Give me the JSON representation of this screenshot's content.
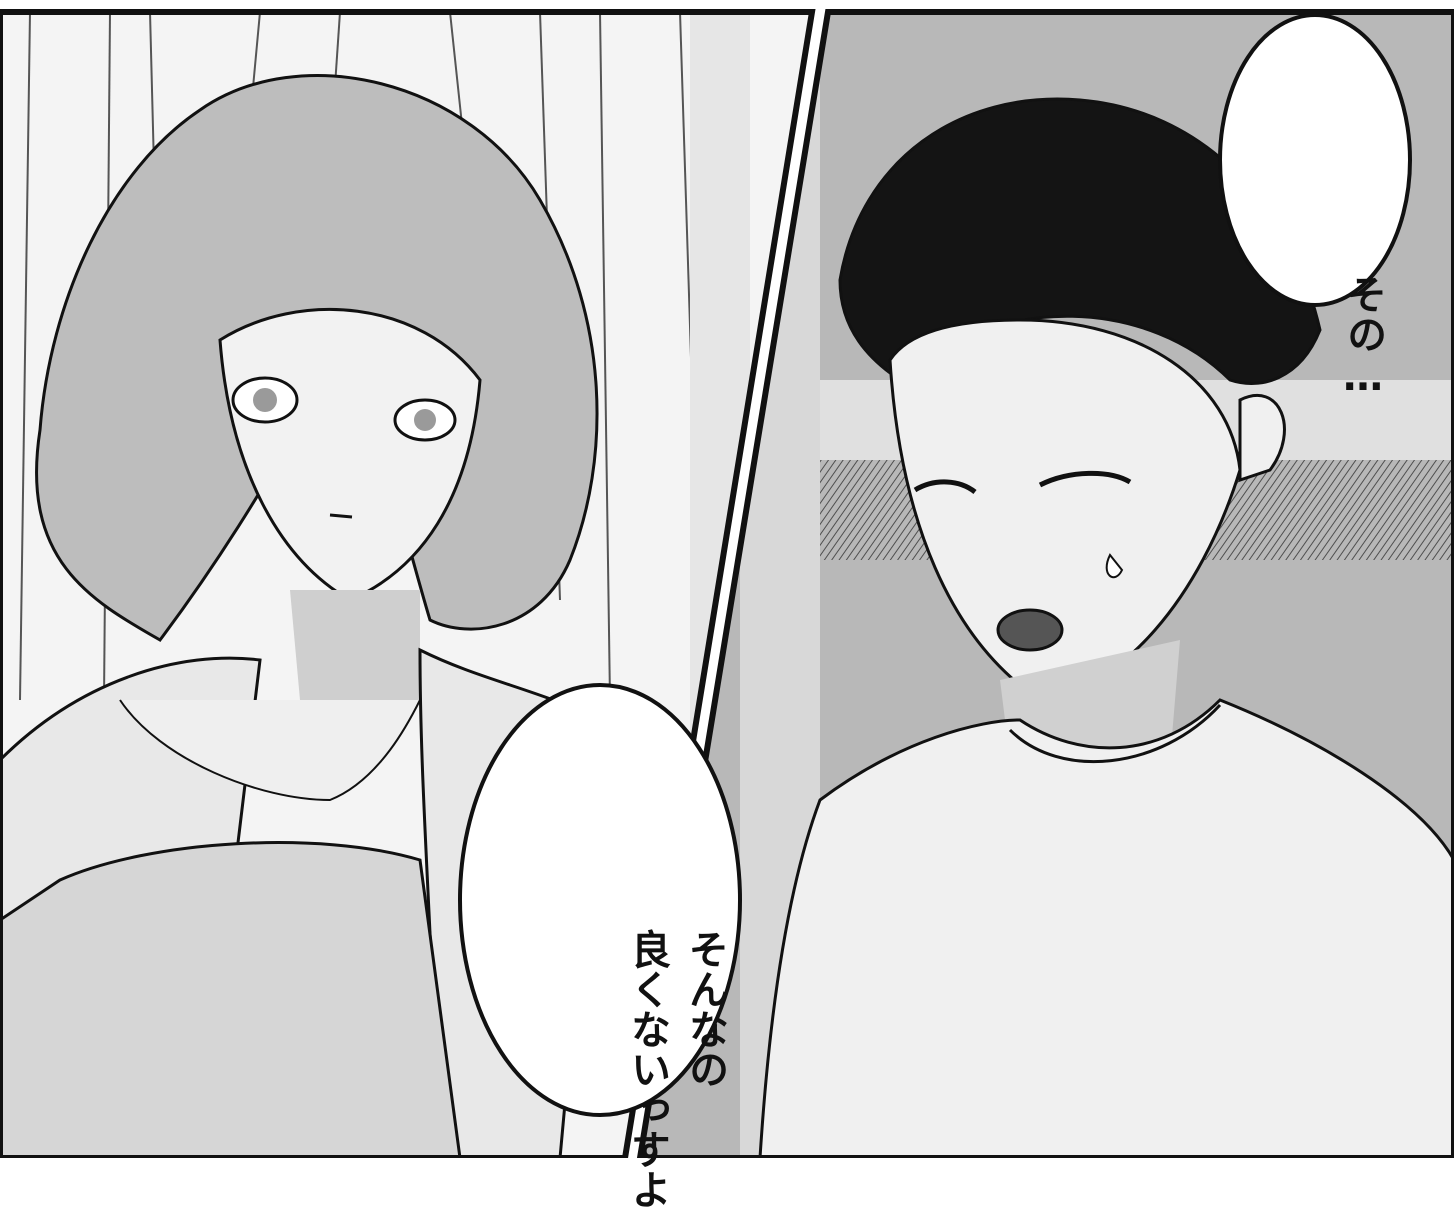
{
  "panels": {
    "left": {
      "speech_bubble": {
        "lines": [
          "そんなの",
          "良くないっすよ"
        ]
      }
    },
    "right": {
      "speech_bubble": {
        "lines": [
          "その…"
        ]
      }
    }
  },
  "colors": {
    "ink": "#111111",
    "paper": "#ffffff",
    "screentone_light": "#cfcfcf",
    "screentone_mid": "#a8a8a8",
    "skin": "#efefef",
    "hair_boy": "#141414",
    "hair_girl": "#bdbdbd"
  }
}
